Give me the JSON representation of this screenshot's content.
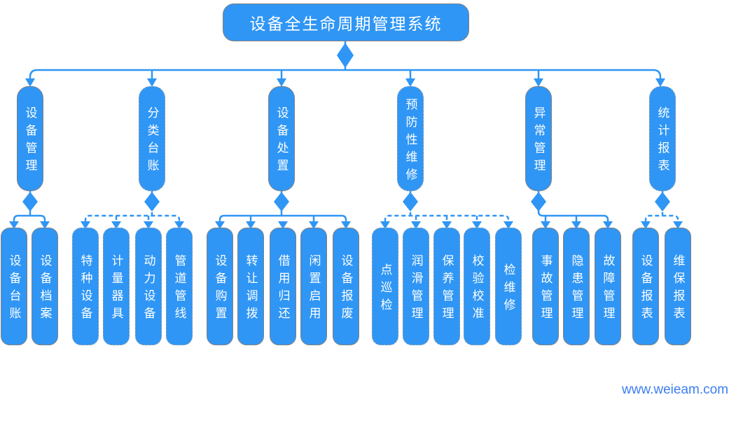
{
  "title": "设备全生命周期管理系统",
  "watermark": "www.weieam.com",
  "colors": {
    "node_fill": "#2F96F5",
    "connector": "#2F96F5",
    "border_solid": "#808080",
    "border_dashed": "#9AA0A6",
    "node_text": "#FFFFFF",
    "watermark_text": "#3D7EF2"
  },
  "branches": [
    {
      "label": "设备管理",
      "border": "solid",
      "connector": "solid",
      "children": [
        {
          "label": "设备台账",
          "border": "solid"
        },
        {
          "label": "设备档案",
          "border": "solid"
        }
      ]
    },
    {
      "label": "分类台账",
      "border": "dashed",
      "connector": "dashed",
      "children": [
        {
          "label": "特种设备",
          "border": "dashed"
        },
        {
          "label": "计量器具",
          "border": "dashed"
        },
        {
          "label": "动力设备",
          "border": "dashed"
        },
        {
          "label": "管道管线",
          "border": "dashed"
        }
      ]
    },
    {
      "label": "设备处置",
      "border": "solid",
      "connector": "solid",
      "children": [
        {
          "label": "设备购置",
          "border": "solid"
        },
        {
          "label": "转让调拨",
          "border": "solid"
        },
        {
          "label": "借用归还",
          "border": "solid"
        },
        {
          "label": "闲置启用",
          "border": "solid"
        },
        {
          "label": "设备报废",
          "border": "solid"
        }
      ]
    },
    {
      "label": "预防性维修",
      "border": "dashed",
      "connector": "dashed",
      "children": [
        {
          "label": "点巡检",
          "border": "dashed"
        },
        {
          "label": "润滑管理",
          "border": "dashed"
        },
        {
          "label": "保养管理",
          "border": "dashed"
        },
        {
          "label": "校验校准",
          "border": "dashed"
        },
        {
          "label": "检维修",
          "border": "dashed"
        }
      ]
    },
    {
      "label": "异常管理",
      "border": "solid",
      "connector": "solid",
      "children": [
        {
          "label": "事故管理",
          "border": "solid"
        },
        {
          "label": "隐患管理",
          "border": "solid"
        },
        {
          "label": "故障管理",
          "border": "solid"
        }
      ]
    },
    {
      "label": "统计报表",
      "border": "dashed",
      "connector": "dashed",
      "children": [
        {
          "label": "设备报表",
          "border": "solid"
        },
        {
          "label": "维保报表",
          "border": "solid"
        }
      ]
    }
  ]
}
